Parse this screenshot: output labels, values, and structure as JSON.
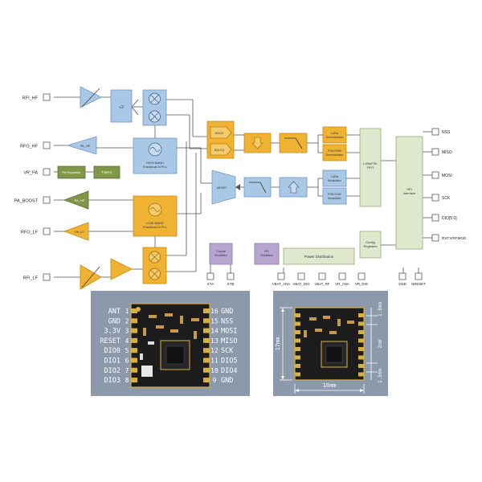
{
  "left_pins": [
    "RFI_HF",
    "RFO_HF",
    "VR_PA",
    "PA_BOOST",
    "RFO_LF",
    "RFI_LF"
  ],
  "right_pins": [
    "NSS",
    "MISO",
    "MOSI",
    "SCK",
    "DIO[5:0]",
    "RXTX/RFMOD"
  ],
  "bottom_pins": [
    "XTA",
    "XTB",
    "VBAT_ANA",
    "VBAT_DIG",
    "VBAT_RF",
    "VR_ANA",
    "VR_DIG",
    "GND",
    "NRESET"
  ],
  "blocks": {
    "div": "÷2",
    "hf_synth_l1": "HIGH BAND",
    "hf_synth_l2": "Fractional-N PLL",
    "lf_synth_l1": "LOW BAND",
    "lf_synth_l2": "Fractional-N PLL",
    "pa_hf": "PA_HF",
    "pa_lf": "PA_LF",
    "pa_hp": "PA_HP",
    "pa_regulator": "PA Regulator",
    "tx_dac": "TxDAC",
    "adc_i": "ADC/I",
    "adc_q": "ADC/Q",
    "lora_demod_l1": "LoRa",
    "lora_demod_l2": "Demodulator",
    "fsk_demod_l1": "FSK/OOK",
    "fsk_demod_l2": "Demodulator",
    "lora_mod_l1": "LoRa",
    "lora_mod_l2": "Modulator",
    "fsk_mod_l1": "FSK/OOK",
    "fsk_mod_l2": "Modulator",
    "fifo_l1": "LoRa/FSK",
    "fifo_l2": "FIFO",
    "spi_l1": "SPI",
    "spi_l2": "Interface",
    "config_l1": "Config",
    "config_l2": "Registers",
    "crystal_l1": "Crystal",
    "crystal_l2": "Oscillator",
    "rc_l1": "RC",
    "rc_l2": "Oscillator",
    "power": "Power Distribution",
    "mixer_label": "MIXER"
  },
  "module_pins_left": [
    {
      "name": "ANT",
      "num": "1"
    },
    {
      "name": "GND",
      "num": "2"
    },
    {
      "name": "3.3V",
      "num": "3"
    },
    {
      "name": "RESET",
      "num": "4"
    },
    {
      "name": "DIO0",
      "num": "5"
    },
    {
      "name": "DIO1",
      "num": "6"
    },
    {
      "name": "DIO2",
      "num": "7"
    },
    {
      "name": "DIO3",
      "num": "8"
    }
  ],
  "module_pins_right": [
    {
      "name": "GND",
      "num": "16"
    },
    {
      "name": "NSS",
      "num": "15"
    },
    {
      "name": "MOSI",
      "num": "14"
    },
    {
      "name": "MISO",
      "num": "13"
    },
    {
      "name": "SCK",
      "num": "12"
    },
    {
      "name": "DIO5",
      "num": "11"
    },
    {
      "name": "DIO4",
      "num": "10"
    },
    {
      "name": "GND",
      "num": "9"
    }
  ],
  "dimensions": {
    "height": "17mm",
    "width": "16mm",
    "pitch_top": "1.5mm",
    "pitch_mid": "2mm",
    "pitch_bottom": "1.5mm"
  },
  "colors": {
    "blue_block": "#a9c8e6",
    "blue_stroke": "#6f97c4",
    "orange_block": "#f0b233",
    "orange_stroke": "#c98a12",
    "green_block": "#7f9747",
    "purple_block": "#b8a5d2",
    "green_light": "#dfe8cc",
    "pcb": "#1c1c1c",
    "gold": "#d8b042",
    "photo_bg": "#8b99ab"
  }
}
